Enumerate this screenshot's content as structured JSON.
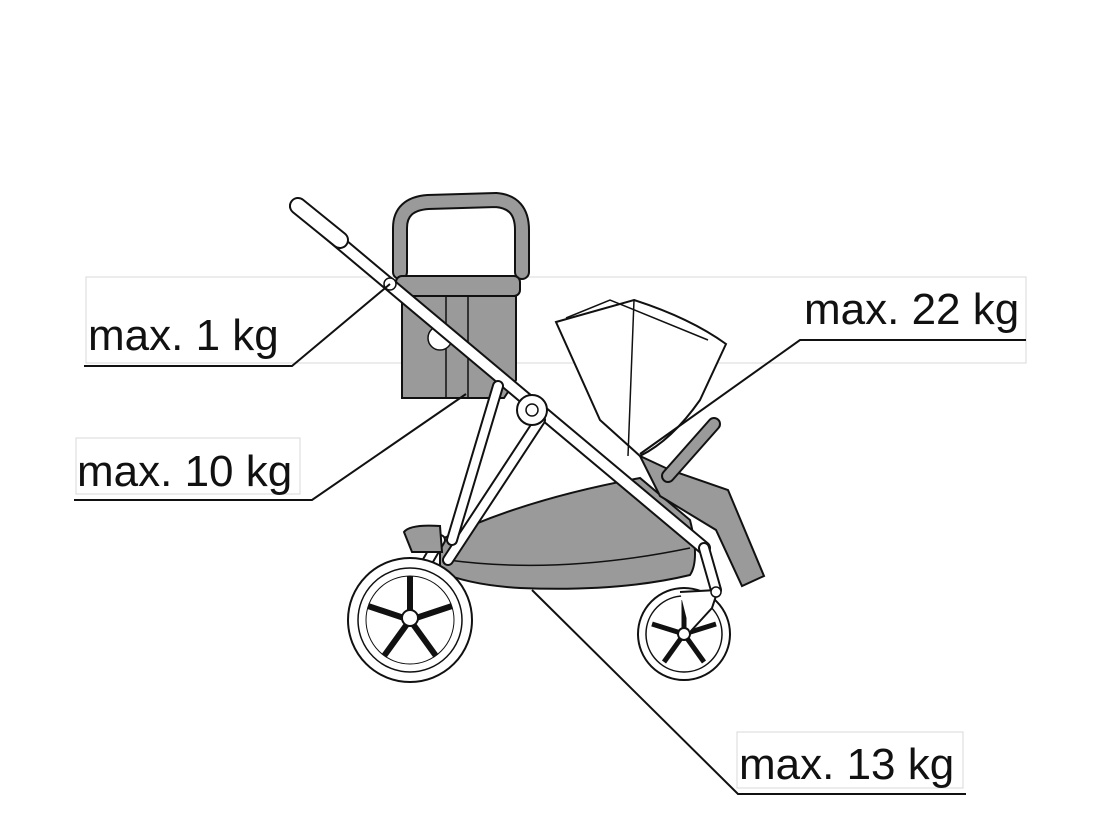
{
  "labels": {
    "handlebar_bag": "max. 1 kg",
    "seat_front": "max. 10 kg",
    "seat_rear": "max. 22 kg",
    "basket": "max. 13 kg"
  },
  "colors": {
    "line": "#111111",
    "fill_gray": "#9a9a9a",
    "fill_light": "#ffffff"
  }
}
